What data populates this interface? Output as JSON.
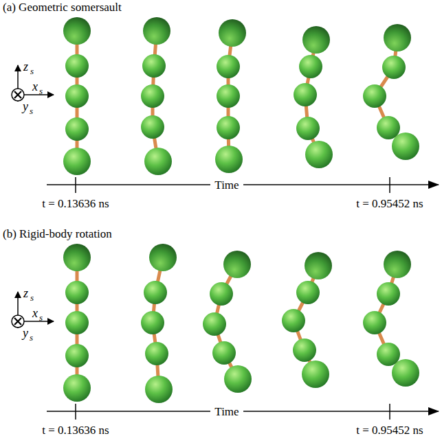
{
  "diagram": {
    "labels": [
      "(a) Geometric somersault",
      "z",
      "s",
      "x",
      "s",
      "y",
      "s",
      "t = 0.13636 ns",
      "Time",
      "t = 0.95452 ns",
      "(b) Rigid-body rotation",
      "z",
      "s",
      "x",
      "s",
      "y",
      "s",
      "t = 0.13636 ns",
      "Time",
      "t = 0.95452 ns"
    ]
  }
}
